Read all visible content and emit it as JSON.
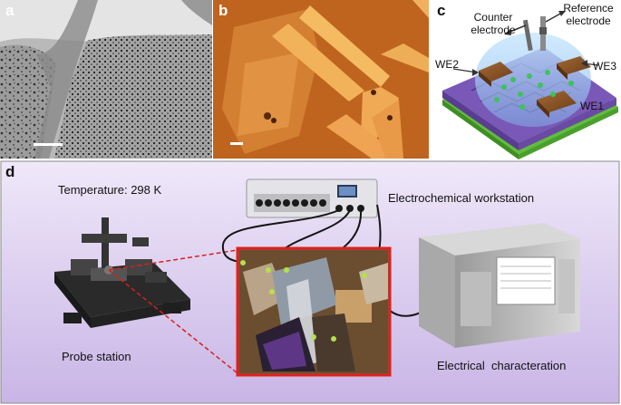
{
  "panels": {
    "a": {
      "letter": "a"
    },
    "b": {
      "letter": "b"
    },
    "c": {
      "letter": "c",
      "counter_line1": "Counter",
      "counter_line2": "electrode",
      "reference_line1": "Reference",
      "reference_line2": "electrode",
      "we1": "WE1",
      "we2": "WE2",
      "we3": "WE3"
    },
    "d": {
      "letter": "d",
      "temperature": "Temperature: 298 K",
      "workstation": "Electrochemical workstation",
      "probe_station": "Probe station",
      "electrical": "Electrical  characteration"
    }
  },
  "colors": {
    "tem_bg": "#b9b9b9",
    "optical_bg": "#c46a22",
    "flake": "#f0a040",
    "substrate": "#7a58b8",
    "base": "#5fbe3a",
    "panel_d_bg": "#d8c9ee",
    "inset_border": "#e0201e",
    "leader": "#d82020"
  }
}
